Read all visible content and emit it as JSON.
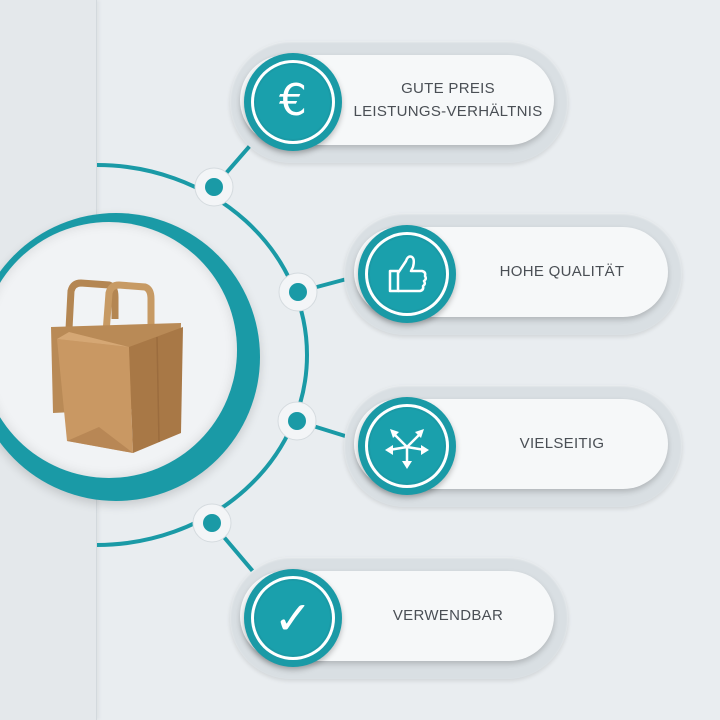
{
  "theme": {
    "accent": "#1a9aa6",
    "background": "#e9edf0",
    "text": "#4a4f55",
    "product": "#c4935c"
  },
  "product": {
    "image": "brown-paper-bag-with-handles"
  },
  "features": [
    {
      "icon": "euro-icon",
      "lines": [
        "GUTE PREIS",
        "LEISTUNGS-VERHÄLTNIS"
      ]
    },
    {
      "icon": "thumbs-up-icon",
      "lines": [
        "HOHE QUALITÄT"
      ]
    },
    {
      "icon": "arrows-out-icon",
      "lines": [
        "VIELSEITIG"
      ]
    },
    {
      "icon": "checkmark-icon",
      "lines": [
        "VERWENDBAR"
      ]
    }
  ],
  "glyphs": {
    "euro": "€",
    "check": "✓"
  }
}
